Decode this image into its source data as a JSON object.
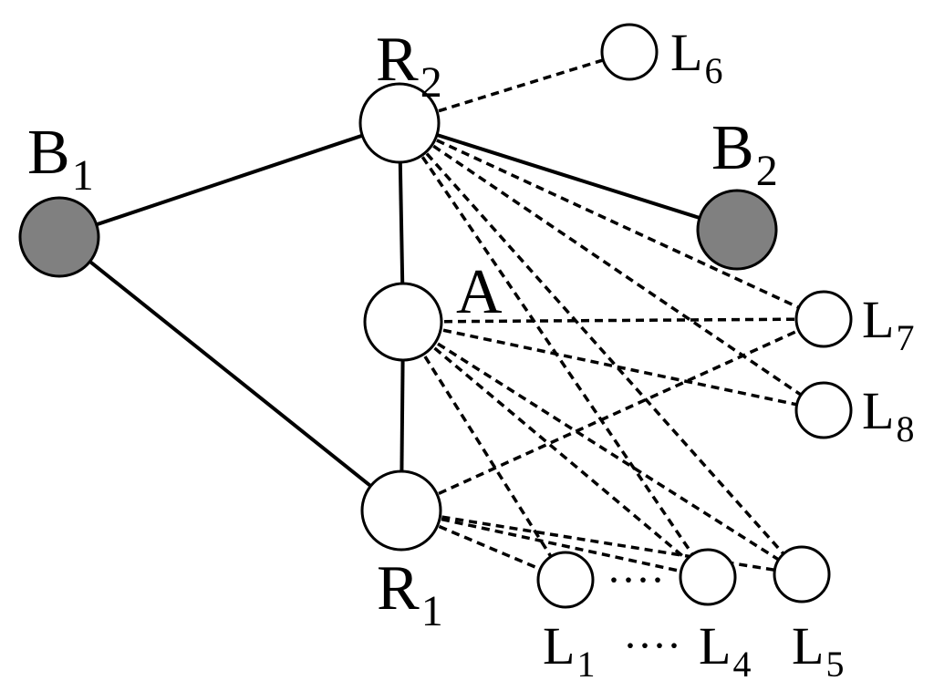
{
  "diagram": {
    "nodes": [
      {
        "id": "B1",
        "label": "B",
        "sub": "1",
        "fill": "#808080",
        "kind": "big"
      },
      {
        "id": "B2",
        "label": "B",
        "sub": "2",
        "fill": "#808080",
        "kind": "big"
      },
      {
        "id": "R2",
        "label": "R",
        "sub": "2",
        "fill": "#ffffff",
        "kind": "big"
      },
      {
        "id": "R1",
        "label": "R",
        "sub": "1",
        "fill": "#ffffff",
        "kind": "big"
      },
      {
        "id": "A",
        "label": "A",
        "sub": "",
        "fill": "#ffffff",
        "kind": "big"
      },
      {
        "id": "L6",
        "label": "L",
        "sub": "6",
        "fill": "#ffffff",
        "kind": "mid"
      },
      {
        "id": "L7",
        "label": "L",
        "sub": "7",
        "fill": "#ffffff",
        "kind": "mid"
      },
      {
        "id": "L8",
        "label": "L",
        "sub": "8",
        "fill": "#ffffff",
        "kind": "mid"
      },
      {
        "id": "L1",
        "label": "L",
        "sub": "1",
        "fill": "#ffffff",
        "kind": "mid"
      },
      {
        "id": "L4",
        "label": "L",
        "sub": "4",
        "fill": "#ffffff",
        "kind": "mid"
      },
      {
        "id": "L5",
        "label": "L",
        "sub": "5",
        "fill": "#ffffff",
        "kind": "mid"
      }
    ],
    "ellipsis_between_nodes": "····",
    "ellipsis_between_labels": "····",
    "edges_solid": [
      [
        "B1",
        "R2"
      ],
      [
        "B1",
        "R1"
      ],
      [
        "R2",
        "B2"
      ],
      [
        "R2",
        "A"
      ],
      [
        "A",
        "R1"
      ]
    ],
    "edges_dashed": [
      [
        "R2",
        "L6"
      ],
      [
        "R2",
        "L7"
      ],
      [
        "R2",
        "L8"
      ],
      [
        "R2",
        "L4"
      ],
      [
        "R2",
        "L5"
      ],
      [
        "A",
        "L7"
      ],
      [
        "A",
        "L8"
      ],
      [
        "A",
        "L1"
      ],
      [
        "A",
        "L4"
      ],
      [
        "A",
        "L5"
      ],
      [
        "R1",
        "L7"
      ],
      [
        "R1",
        "L1"
      ],
      [
        "R1",
        "L4"
      ],
      [
        "R1",
        "L5"
      ]
    ]
  }
}
